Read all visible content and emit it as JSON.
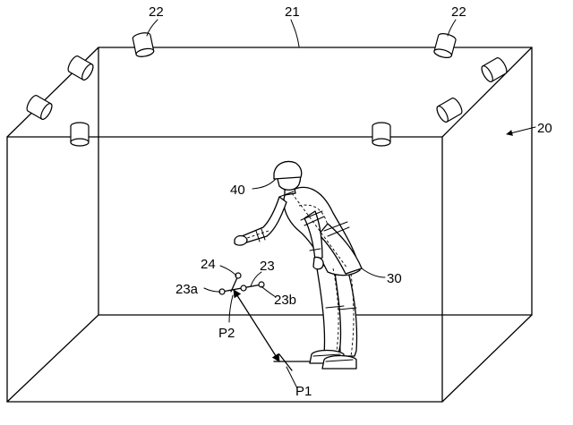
{
  "labels": {
    "room": "20",
    "ceiling": "21",
    "camera": "22",
    "marker_tool": "23",
    "marker_a": "23a",
    "marker_b": "23b",
    "tip": "24",
    "person": "30",
    "head_device": "40",
    "point_1": "P1",
    "point_2": "P2"
  },
  "colors": {
    "line": "#000000",
    "background": "#ffffff"
  },
  "icons": {
    "camera": "cylinder-camera-icon",
    "marker": "marker-ball-icon"
  }
}
